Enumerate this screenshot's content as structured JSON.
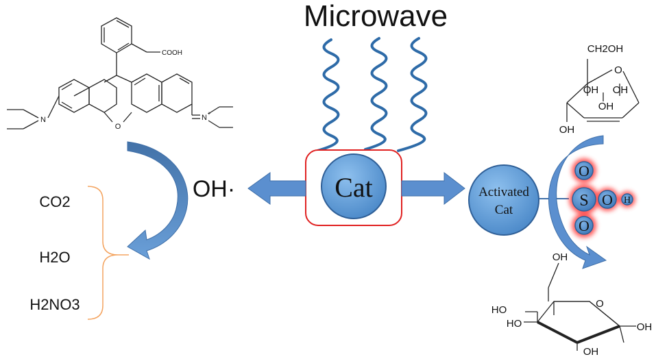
{
  "title": "Microwave",
  "catalyst": {
    "label": "Cat",
    "activated_line1": "Activated",
    "activated_line2": "Cat"
  },
  "radical": "OH·",
  "products": {
    "co2": "CO2",
    "h2o": "H2O",
    "hno3": "H2NO3"
  },
  "sulfonic_group": {
    "o_top": "O",
    "s": "S",
    "o_right": "O",
    "h": "H",
    "o_bottom": "O"
  },
  "rhodamine": {
    "cooh": "COOH",
    "n_left": "N",
    "n_right": "N",
    "n_right_charge": "+",
    "o_ring": "O"
  },
  "fructose": {
    "ch2oh": "CH2OH",
    "o": "O",
    "oh_1": "OH",
    "oh_2": "OH",
    "oh_3": "OH",
    "oh_4": "OH"
  },
  "glucose": {
    "oh_top": "OH",
    "o": "O",
    "ho_1": "HO",
    "ho_2": "HO",
    "oh_right": "OH",
    "oh_bottom": "OH"
  },
  "colors": {
    "arrow_blue": "#5b8fcf",
    "arrow_dark": "#3f6fa8",
    "circle_fill": "#5b9bd5",
    "circle_stroke": "#2f5f97",
    "box_stroke": "#e02020",
    "wave": "#2e6ba8",
    "bracket": "#f4a460",
    "glow": "#ff4040"
  }
}
